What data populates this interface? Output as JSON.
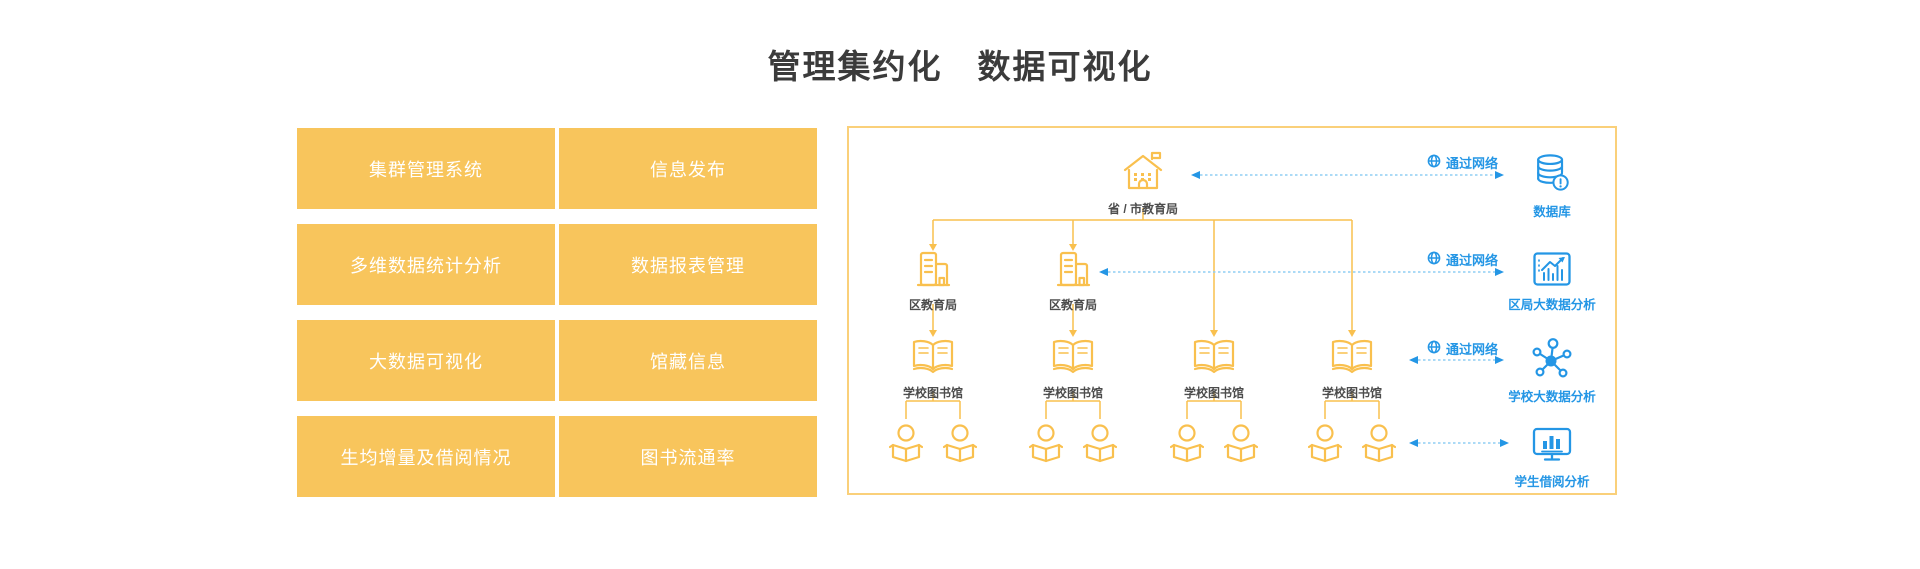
{
  "title": "管理集约化　数据可视化",
  "colors": {
    "accent_yellow": "#F8C55C",
    "diagram_yellow": "#F9C04E",
    "accent_blue": "#2496E5",
    "dotted_line_blue": "#8FCDF3"
  },
  "feature_tiles": [
    "集群管理系统",
    "信息发布",
    "多维数据统计分析",
    "数据报表管理",
    "大数据可视化",
    "馆藏信息",
    "生均增量及借阅情况",
    "图书流通率"
  ],
  "diagram": {
    "root_label": "省 / 市教育局",
    "bureau_labels": [
      "区教育局",
      "区教育局"
    ],
    "library_labels": [
      "学校图书馆",
      "学校图书馆",
      "学校图书馆",
      "学校图书馆"
    ],
    "network_label": "通过网络",
    "right_nodes": [
      {
        "label": "数据库",
        "icon": "database-icon"
      },
      {
        "label": "区局大数据分析",
        "icon": "trend-chart-icon"
      },
      {
        "label": "学校大数据分析",
        "icon": "network-nodes-icon"
      },
      {
        "label": "学生借阅分析",
        "icon": "monitor-chart-icon"
      }
    ]
  }
}
